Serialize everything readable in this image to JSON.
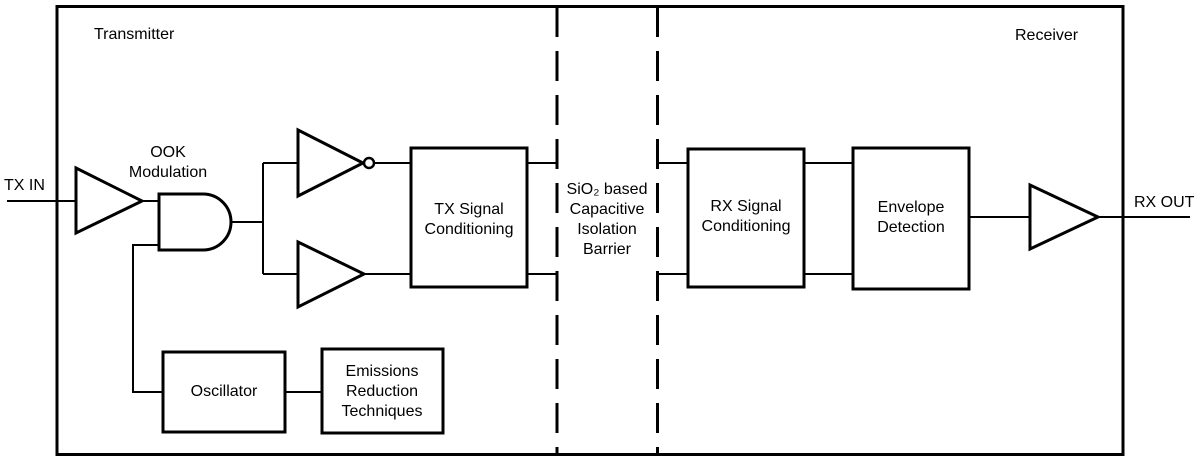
{
  "diagram": {
    "regions": {
      "transmitter_label": "Transmitter",
      "receiver_label": "Receiver"
    },
    "ports": {
      "tx_in_label": "TX IN",
      "rx_out_label": "RX OUT"
    },
    "annotations": {
      "ook_modulation_label": "OOK\nModulation",
      "isolation_barrier_label": "SiO₂ based\nCapacitive\nIsolation\nBarrier"
    },
    "blocks": {
      "tx_signal_conditioning_label": "TX Signal\nConditioning",
      "rx_signal_conditioning_label": "RX Signal\nConditioning",
      "envelope_detection_label": "Envelope\nDetection",
      "oscillator_label": "Oscillator",
      "emissions_reduction_label": "Emissions\nReduction\nTechniques"
    },
    "icons": {
      "tx_input_buffer": "buffer-triangle",
      "ook_and_gate": "and-gate",
      "inverter_with_bubble": "inverter-triangle",
      "noninverting_buffer": "buffer-triangle",
      "rx_output_buffer": "buffer-triangle"
    },
    "colors": {
      "line": "#000000",
      "background": "#ffffff"
    }
  }
}
